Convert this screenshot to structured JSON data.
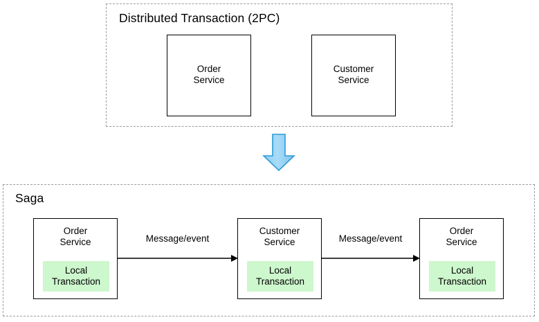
{
  "diagram": {
    "title_hidden": "Distributed Transaction (2PC) vs Saga",
    "colors": {
      "local_transaction_fill": "#cdf7cd",
      "box_stroke": "#000000",
      "group_stroke": "#9a9a9a",
      "big_arrow_fill": "#9fd6f5",
      "big_arrow_stroke": "#2e9ad6",
      "background": "#ffffff"
    }
  },
  "top_group": {
    "label": "Distributed Transaction (2PC)",
    "services": [
      {
        "name": "Order\nService"
      },
      {
        "name": "Customer\nService"
      }
    ]
  },
  "transition": {
    "icon": "down-arrow-icon"
  },
  "bottom_group": {
    "label": "Saga",
    "services": [
      {
        "name": "Order\nService",
        "local_transaction": "Local\nTransaction"
      },
      {
        "name": "Customer\nService",
        "local_transaction": "Local\nTransaction"
      },
      {
        "name": "Order\nService",
        "local_transaction": "Local\nTransaction"
      }
    ],
    "connectors": [
      {
        "label": "Message/event"
      },
      {
        "label": "Message/event"
      }
    ]
  }
}
